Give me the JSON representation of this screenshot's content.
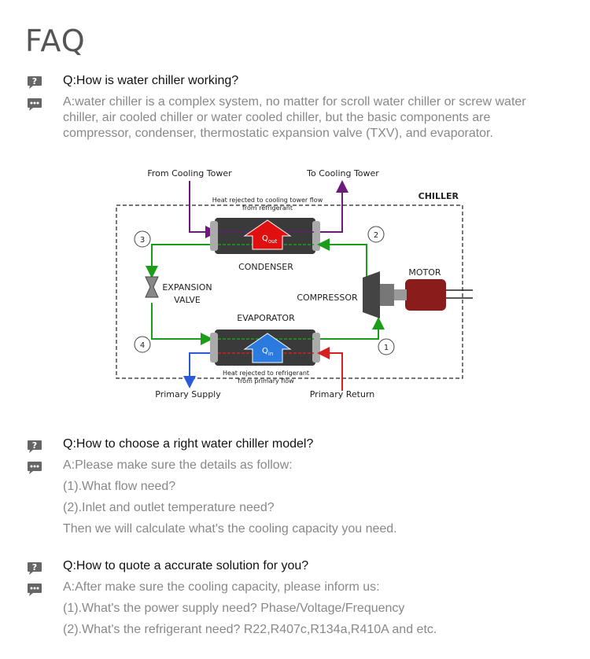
{
  "header": {
    "title": "FAQ"
  },
  "faq": [
    {
      "question": "Q:How is water chiller working?",
      "answer_lines": [
        "A:water chiller is a complex system, no matter for scroll water chiller or screw water",
        "chiller, air cooled chiller or water cooled chiller, but the basic components are",
        "compressor, condenser, thermostatic expansion valve (TXV), and evaporator."
      ]
    },
    {
      "question": "Q:How to choose a right water chiller model?",
      "answer_lines": [
        "A:Please make sure the details as follow:",
        "(1).What flow need?",
        "(2).Inlet and outlet temperature need?",
        "Then we will calculate what's the cooling capacity you need."
      ]
    },
    {
      "question": "Q:How to quote a accurate solution for you?",
      "answer_lines": [
        "A:After make sure the cooling capacity, please inform us:",
        "(1).What's the power supply need? Phase/Voltage/Frequency",
        "(2).What's the refrigerant need? R22,R407c,R134a,R410A and etc."
      ]
    }
  ],
  "diagram": {
    "from_cooling_tower": "From Cooling Tower",
    "to_cooling_tower": "To Cooling Tower",
    "chiller": "CHILLER",
    "heat_rejected_top_1": "Heat rejected to cooling tower flow",
    "heat_rejected_top_2": "from refrigerant",
    "condenser": "CONDENSER",
    "motor": "MOTOR",
    "compressor": "COMPRESSOR",
    "expansion_1": "EXPANSION",
    "expansion_2": "VALVE",
    "evaporator": "EVAPORATOR",
    "heat_rejected_bottom_1": "Heat rejected to refrigerant",
    "heat_rejected_bottom_2": "from primary flow",
    "primary_supply": "Primary Supply",
    "primary_return": "Primary Return",
    "q_out": "Q",
    "q_out_sub": "out",
    "q_in": "Q",
    "q_in_sub": "in",
    "node_1": "1",
    "node_2": "2",
    "node_3": "3",
    "node_4": "4"
  },
  "colors": {
    "icon": "#666666",
    "answer": "#888888",
    "refrigerant_line": "#1a9e1a",
    "cooling_tower_line": "#6b1a7a",
    "supply_line": "#2a5ad8",
    "return_line": "#d42020"
  },
  "icons": {
    "question": "question-bubble-icon",
    "answer": "ellipsis-bubble-icon"
  }
}
